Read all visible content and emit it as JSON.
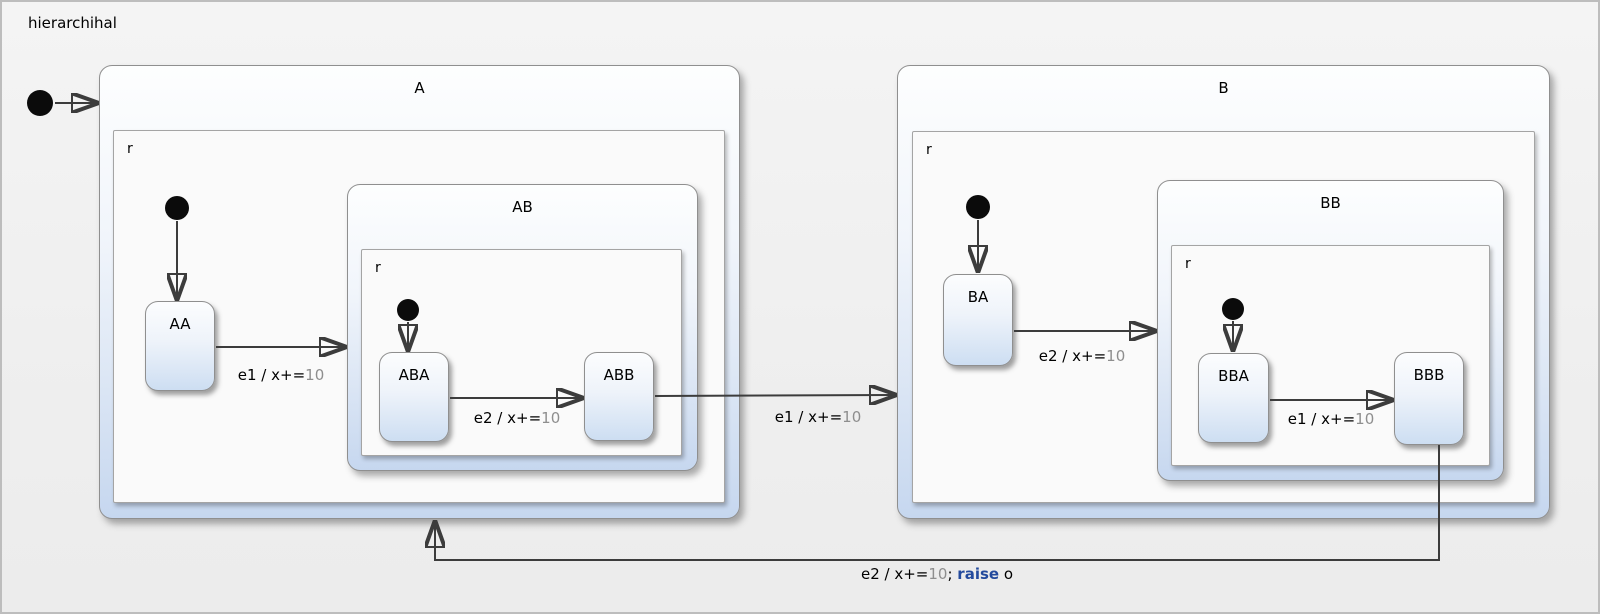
{
  "diagram": {
    "title": "hierarchihal",
    "colors": {
      "state_fill_top": "#fdfefe",
      "state_fill_bottom": "#c6d7ef",
      "state_border": "#8f8f8f",
      "region_fill": "#fafafa",
      "transition_line": "#3c3c3c",
      "number_text": "#8e8e8e",
      "keyword_text": "#234a9d"
    },
    "states": {
      "A": {
        "label": "A",
        "region": "r"
      },
      "AA": {
        "label": "AA"
      },
      "AB": {
        "label": "AB",
        "region": "r"
      },
      "ABA": {
        "label": "ABA"
      },
      "ABB": {
        "label": "ABB"
      },
      "B": {
        "label": "B",
        "region": "r"
      },
      "BA": {
        "label": "BA"
      },
      "BB": {
        "label": "BB",
        "region": "r"
      },
      "BBA": {
        "label": "BBA"
      },
      "BBB": {
        "label": "BBB"
      }
    },
    "transitions": {
      "aa_to_ab": {
        "prefix": "e1 / x+=",
        "number": "10"
      },
      "aba_to_abb": {
        "prefix": "e2 / x+=",
        "number": "10"
      },
      "abb_to_b": {
        "prefix": "e1 / x+=",
        "number": "10"
      },
      "ba_to_bb": {
        "prefix": "e2 / x+=",
        "number": "10"
      },
      "bba_to_bbb": {
        "prefix": "e1 / x+=",
        "number": "10"
      },
      "bbb_to_a": {
        "prefix": "e2 / x+=",
        "number": "10",
        "separator": "; ",
        "keyword": "raise",
        "suffix": " o"
      }
    }
  }
}
